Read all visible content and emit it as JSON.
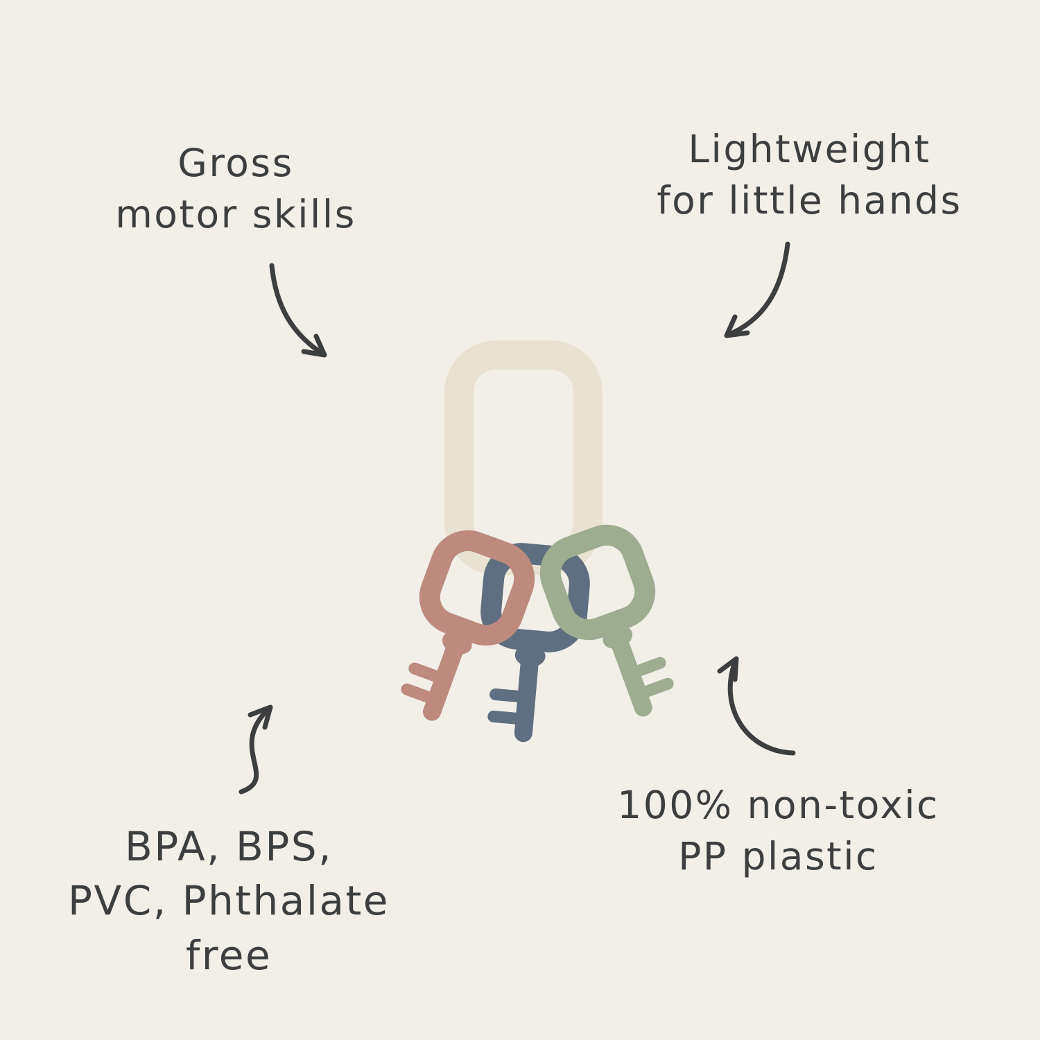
{
  "canvas": {
    "background": "#f1efe8"
  },
  "text_color": "#3c3e3f",
  "arrow_color": "#3c3e3f",
  "annotations": {
    "gross_motor": {
      "line1": "Gross",
      "line2": "motor skills"
    },
    "lightweight": {
      "line1": "Lightweight",
      "line2": "for little hands"
    },
    "bpa_free": {
      "line1": "BPA, BPS,",
      "line2": "PVC, Phthalate",
      "line3": "free"
    },
    "non_toxic": {
      "line1": "100% non-toxic",
      "line2": "PP plastic"
    }
  },
  "product": {
    "description": "baby keys teether toy on cream ring",
    "colors": {
      "ring_cream": "#e9e2d2",
      "key_pink": "#bd8a7d",
      "key_blue": "#5f6e80",
      "key_green": "#9eac90"
    }
  }
}
